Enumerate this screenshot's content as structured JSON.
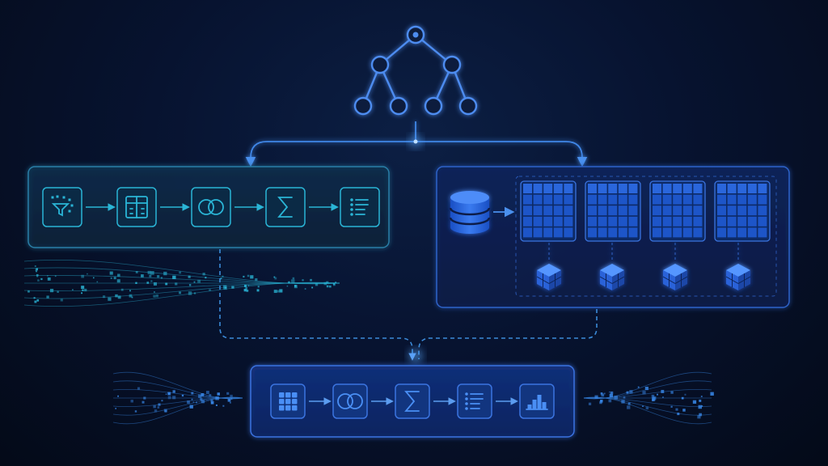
{
  "colors": {
    "background": "#061028",
    "teal_accent": "#2ab5d6",
    "blue_accent": "#2f6fe0",
    "tile_fill": "#1d55c8",
    "connector": "#3f86e6",
    "dashed_connector": "#3b8bd9"
  },
  "tree_icon": {
    "name": "hierarchy-tree-icon",
    "levels": [
      1,
      2,
      4
    ]
  },
  "left_pipeline": {
    "steps": [
      {
        "icon": "filter-icon"
      },
      {
        "icon": "split-columns-icon"
      },
      {
        "icon": "join-circles-icon"
      },
      {
        "icon": "sigma-sum-icon"
      },
      {
        "icon": "sorted-list-icon"
      }
    ]
  },
  "right_store": {
    "source_icon": "database-icon",
    "grid_count": 4,
    "cube_count": 4
  },
  "bottom_pipeline": {
    "steps": [
      {
        "icon": "grid-icon"
      },
      {
        "icon": "join-circles-icon"
      },
      {
        "icon": "sigma-sum-icon"
      },
      {
        "icon": "sorted-list-icon"
      },
      {
        "icon": "bar-chart-icon"
      }
    ]
  }
}
